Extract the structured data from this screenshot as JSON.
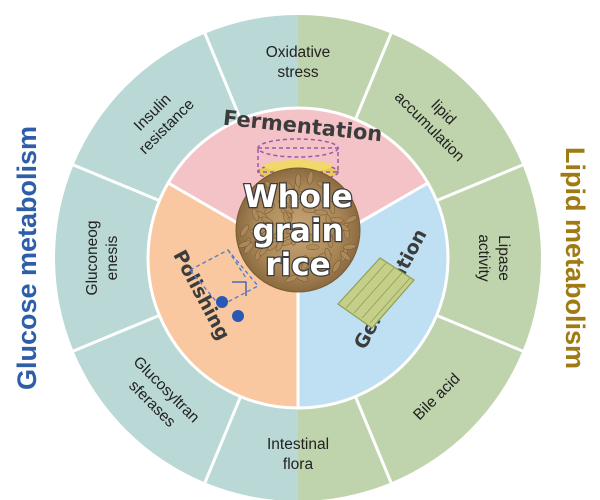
{
  "side_titles": {
    "left": "Glucose metabolism",
    "right": "Lipid metabolism"
  },
  "center": {
    "lines": [
      "Whole",
      "grain",
      "rice"
    ]
  },
  "processes": [
    {
      "id": "fermentation",
      "label": "Fermentation"
    },
    {
      "id": "germination",
      "label": "Germination"
    },
    {
      "id": "polishing",
      "label": "Polishing"
    }
  ],
  "outer_segments": [
    {
      "id": "oxidative-stress",
      "lines": [
        "Oxidative",
        "stress"
      ]
    },
    {
      "id": "lipid-accumulation",
      "lines": [
        "lipid",
        "accumulation"
      ]
    },
    {
      "id": "lipase-activity",
      "lines": [
        "Lipase",
        "activity"
      ]
    },
    {
      "id": "bile-acid",
      "lines": [
        "Bile acid"
      ]
    },
    {
      "id": "intestinal-flora",
      "lines": [
        "Intestinal",
        "flora"
      ]
    },
    {
      "id": "glucosyltransferases",
      "lines": [
        "Glucosyltran",
        "sferases"
      ]
    },
    {
      "id": "gluconeogenesis",
      "lines": [
        "Gluconeog",
        "enesis"
      ]
    },
    {
      "id": "insulin-resistance",
      "lines": [
        "Insulin",
        "resistance"
      ]
    }
  ],
  "colors": {
    "glucose_side": "#b9d8d6",
    "lipid_side": "#bfd3ac",
    "fermentation": "#f3c3c8",
    "germination": "#bfe0f2",
    "polishing": "#f9c8a0",
    "left_title": "#2f5ea8",
    "right_title": "#a07a12",
    "divider": "#ffffff",
    "rice_grain": "#b08c5c"
  }
}
